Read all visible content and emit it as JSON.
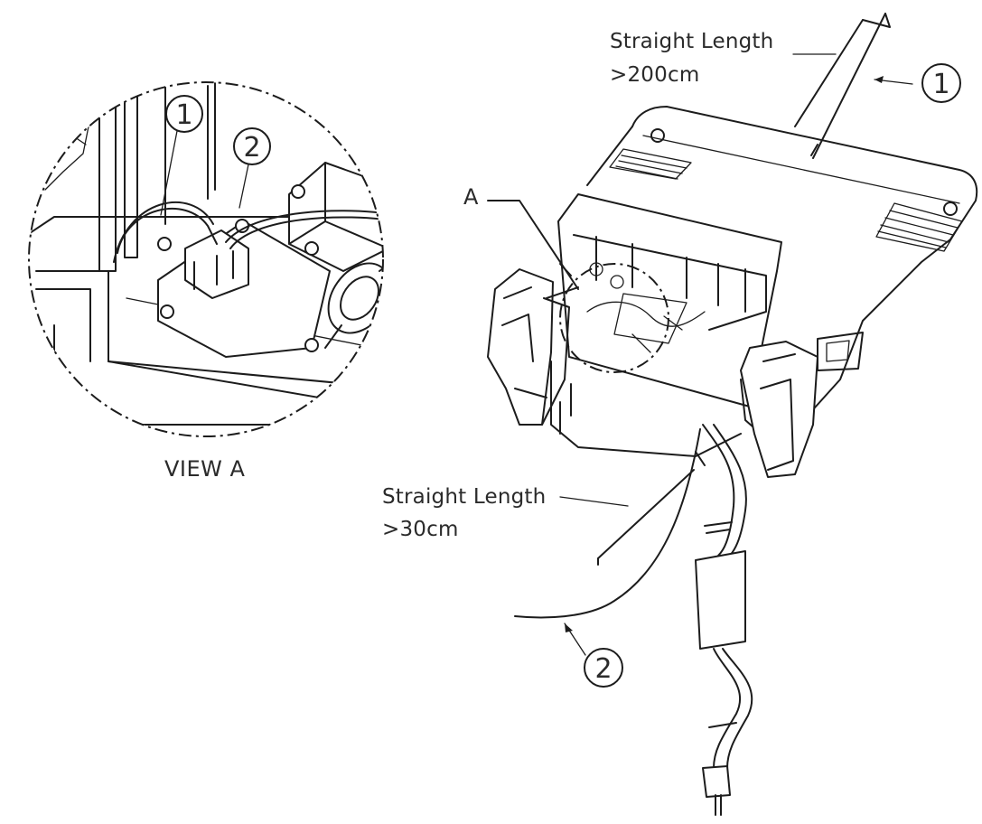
{
  "labels": {
    "top_length_title": "Straight Length",
    "top_length_value": ">200cm",
    "bottom_length_title": "Straight Length",
    "bottom_length_value": ">30cm",
    "view_caption": "VIEW A",
    "detail_letter": "A"
  },
  "callouts": {
    "wire_1": "1",
    "wire_2": "2"
  }
}
